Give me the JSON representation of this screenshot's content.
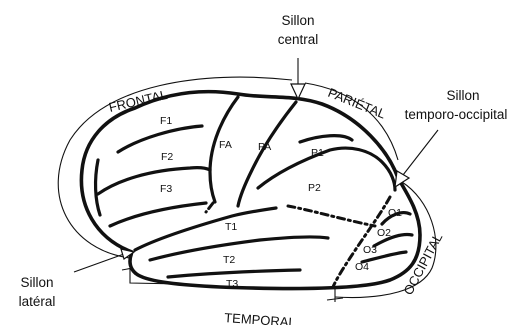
{
  "lobes": {
    "frontal": "FRONTAL",
    "parietal": "PARIÉTAL",
    "temporal": "TEMPORAL",
    "occipital": "OCCIPITAL"
  },
  "areas": {
    "f1": "F1",
    "f2": "F2",
    "f3": "F3",
    "fa": "FA",
    "pa": "PA",
    "p1": "P1",
    "p2": "P2",
    "t1": "T1",
    "t2": "T2",
    "t3": "T3",
    "o1": "O1",
    "o2": "O2",
    "o3": "O3",
    "o4": "O4"
  },
  "callouts": {
    "central_line1": "Sillon",
    "central_line2": "central",
    "temporo_line1": "Sillon",
    "temporo_line2": "temporo-occipital",
    "lateral_line1": "Sillon",
    "lateral_line2": "latéral"
  }
}
